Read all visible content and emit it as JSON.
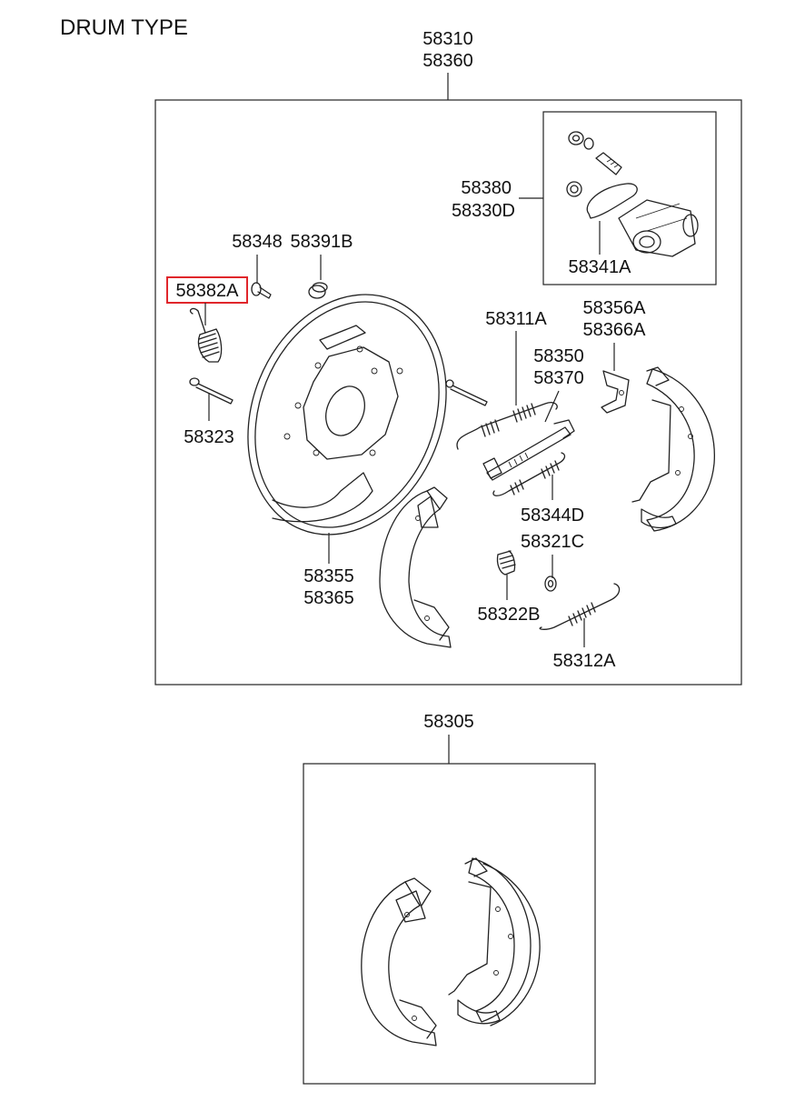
{
  "title": "DRUM TYPE",
  "assembly": {
    "line1": "58310",
    "line2": "58360"
  },
  "wheel_cylinder": {
    "kit_line1": "58380",
    "kit_line2": "58330D",
    "gasket": "58341A"
  },
  "labels": {
    "bolt": "58348",
    "plug": "58391B",
    "selected": "58382A",
    "pin": "58323",
    "backing_plate_1": "58355",
    "backing_plate_2": "58365",
    "spring_upper": "58311A",
    "adjuster_1": "58350",
    "adjuster_2": "58370",
    "lever_1": "58356A",
    "lever_2": "58366A",
    "spring_adjuster": "58344D",
    "cup": "58321C",
    "hold_spring": "58322B",
    "spring_lower": "58312A"
  },
  "shoe_kit": {
    "label": "58305"
  },
  "colors": {
    "highlight": "#e0262b",
    "line": "#222222"
  }
}
